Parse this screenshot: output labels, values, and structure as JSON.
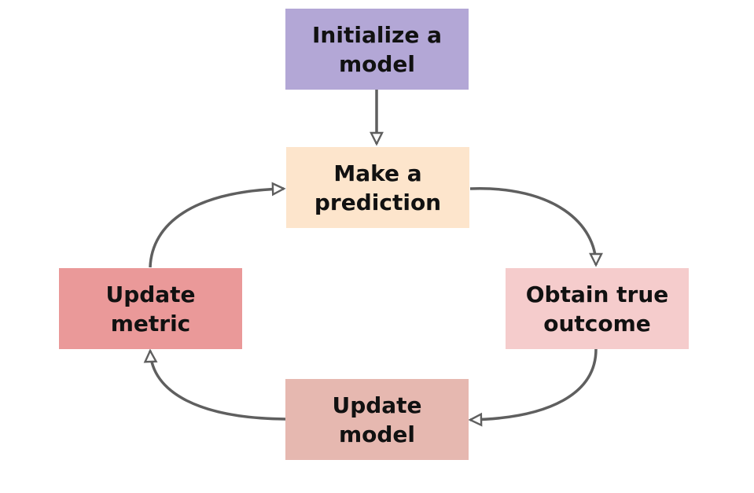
{
  "nodes": {
    "initialize": {
      "label": "Initialize a\nmodel",
      "color": "#b3a7d6"
    },
    "predict": {
      "label": "Make a\nprediction",
      "color": "#fde5cc"
    },
    "obtain": {
      "label": "Obtain true\noutcome",
      "color": "#f5cccc"
    },
    "update_model": {
      "label": "Update\nmodel",
      "color": "#e6b8b0"
    },
    "update_metric": {
      "label": "Update\nmetric",
      "color": "#ea9999"
    }
  },
  "colors": {
    "edge": "#5f5f5f",
    "text": "#111111",
    "background": "#ffffff"
  },
  "edges": [
    {
      "from": "initialize",
      "to": "predict"
    },
    {
      "from": "predict",
      "to": "obtain"
    },
    {
      "from": "obtain",
      "to": "update_model"
    },
    {
      "from": "update_model",
      "to": "update_metric"
    },
    {
      "from": "update_metric",
      "to": "predict"
    }
  ]
}
